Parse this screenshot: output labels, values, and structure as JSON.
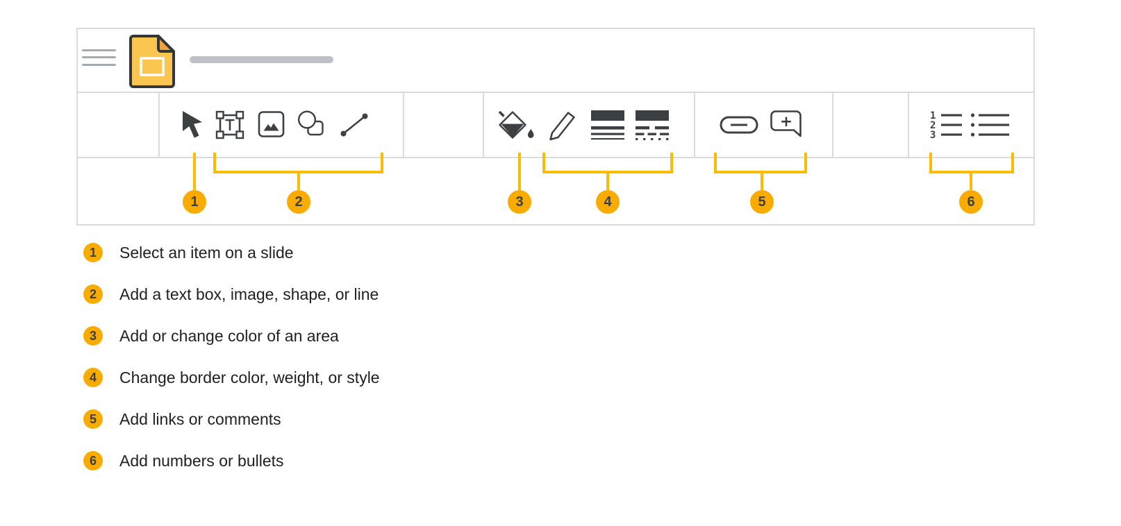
{
  "colors": {
    "callout_circle": "#f9ab00",
    "callout_line": "#fbbc04",
    "icon_ink": "#3c4043",
    "panel_border": "#d8dadd",
    "slides_icon_yellow": "#fac64f",
    "slides_icon_fold": "#f1a33b",
    "title_placeholder_gray": "#bdc1c6"
  },
  "header": {
    "menu_icon": "hamburger-menu-icon",
    "app_icon": "google-slides-file-icon",
    "doc_title_placeholder": ""
  },
  "toolbar": {
    "groups": [
      {
        "name": "select-and-insert",
        "tools": [
          "select",
          "text-box",
          "insert-image",
          "insert-shape",
          "insert-line"
        ]
      },
      {
        "name": "color-and-border",
        "tools": [
          "fill-color",
          "border-color",
          "border-weight",
          "border-dash"
        ]
      },
      {
        "name": "link-and-comment",
        "tools": [
          "insert-link",
          "add-comment"
        ]
      },
      {
        "name": "lists",
        "tools": [
          "numbered-list",
          "bulleted-list"
        ]
      }
    ],
    "numbered_list_glyphs": {
      "g1": "1",
      "g2": "2",
      "g3": "3"
    }
  },
  "callouts": [
    {
      "number": "1",
      "label": "Select an item on a slide"
    },
    {
      "number": "2",
      "label": "Add a text box, image, shape, or line"
    },
    {
      "number": "3",
      "label": "Add or change color of an area"
    },
    {
      "number": "4",
      "label": "Change border color, weight, or style"
    },
    {
      "number": "5",
      "label": "Add links or comments"
    },
    {
      "number": "6",
      "label": "Add numbers or bullets"
    }
  ]
}
